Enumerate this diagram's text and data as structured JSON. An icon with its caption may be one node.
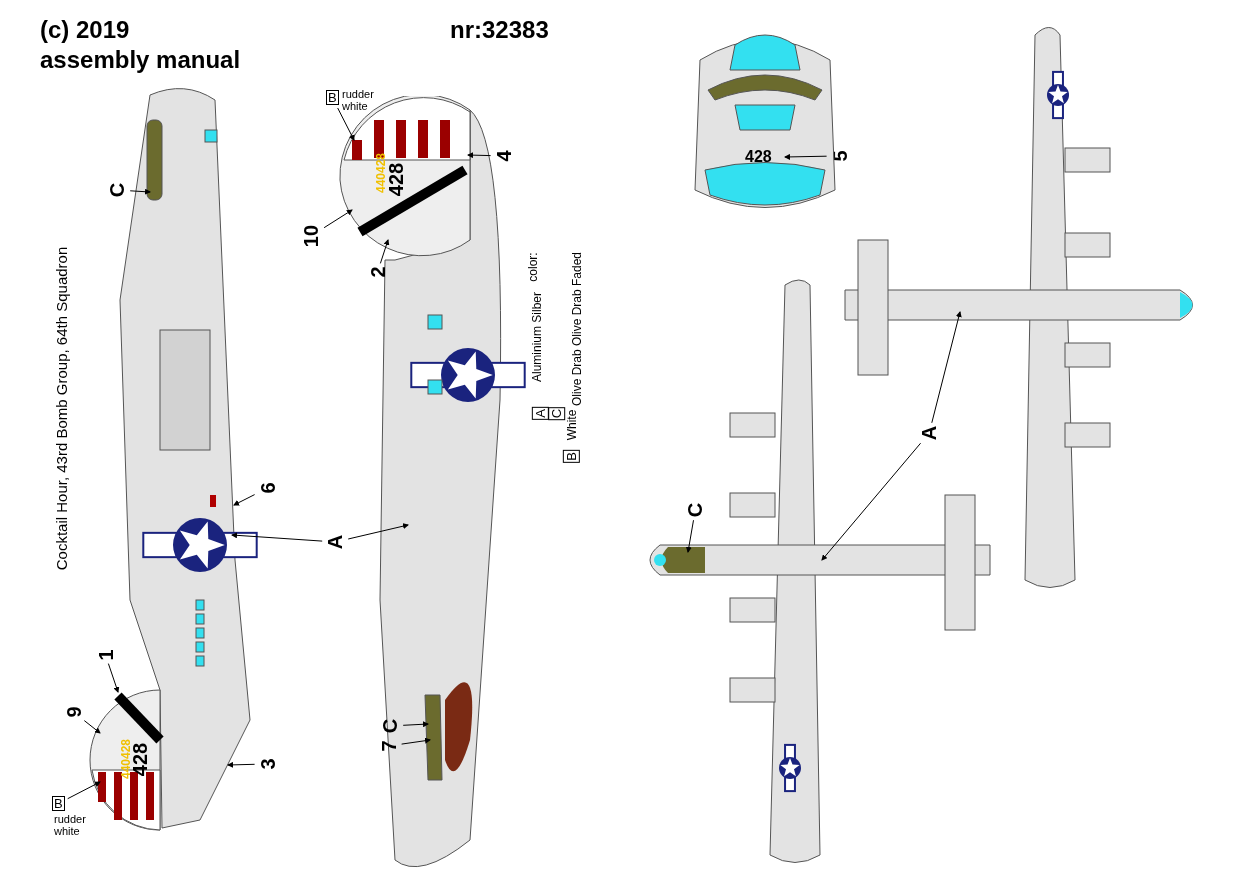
{
  "diagram": {
    "title": "assembly manual",
    "nodes": [
      {
        "text": [
          "C"
        ]
      },
      {
        "text": [
          "1"
        ]
      },
      {
        "text": [
          "9"
        ]
      },
      {
        "text": [
          "3"
        ]
      },
      {
        "text": [
          "6"
        ]
      },
      {
        "text": [
          "A"
        ]
      },
      {
        "text": [
          "B",
          "rudder white"
        ]
      },
      {
        "text": [
          "4"
        ]
      },
      {
        "text": [
          "10"
        ]
      },
      {
        "text": [
          "2"
        ]
      },
      {
        "text": [
          "B",
          "rudder white"
        ]
      },
      {
        "text": [
          "7"
        ]
      },
      {
        "text": [
          "C"
        ]
      },
      {
        "text": [
          "5"
        ]
      },
      {
        "text": [
          "A"
        ]
      },
      {
        "text": [
          "C"
        ]
      },
      {
        "text": [
          "440428",
          "428"
        ]
      },
      {
        "text": [
          "440428",
          "428"
        ]
      },
      {
        "text": [
          "428"
        ]
      }
    ],
    "edges": [
      {
        "from": 0,
        "to": null,
        "arrow": "to"
      },
      {
        "from": 1,
        "to": 16,
        "arrow": "to"
      },
      {
        "from": 2,
        "to": 16,
        "arrow": "to"
      },
      {
        "from": 3,
        "to": null,
        "arrow": "to"
      },
      {
        "from": 4,
        "to": null,
        "arrow": "to"
      },
      {
        "from": 5,
        "to": null,
        "arrow": "to"
      },
      {
        "from": 5,
        "to": null,
        "arrow": "to"
      },
      {
        "from": 6,
        "to": 16,
        "arrow": "to"
      },
      {
        "from": 7,
        "to": 17,
        "arrow": "to"
      },
      {
        "from": 8,
        "to": 17,
        "arrow": "to"
      },
      {
        "from": 9,
        "to": 17,
        "arrow": "to"
      },
      {
        "from": 10,
        "to": 17,
        "arrow": "to"
      },
      {
        "from": 11,
        "to": null,
        "arrow": "to"
      },
      {
        "from": 12,
        "to": null,
        "arrow": "to"
      },
      {
        "from": 13,
        "to": 18,
        "arrow": "to"
      },
      {
        "from": 14,
        "to": null,
        "arrow": "to"
      },
      {
        "from": 14,
        "to": null,
        "arrow": "to"
      },
      {
        "from": 15,
        "to": null,
        "arrow": "to"
      }
    ],
    "labels": [
      "(c) 2019",
      "nr:32383",
      "Cocktail Hour, 43rd Bomb Group, 64th Squadron",
      "color:",
      "A",
      "Aluminium Silber",
      "C",
      "Olive Drab Olive Drab Faded",
      "B",
      "White"
    ]
  }
}
